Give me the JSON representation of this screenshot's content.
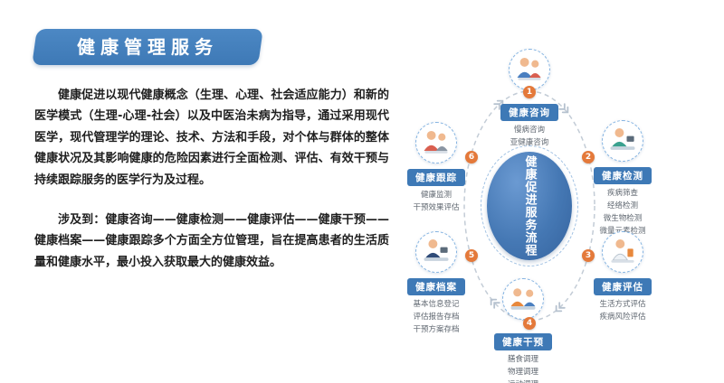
{
  "header": {
    "title": "健康管理服务"
  },
  "content": {
    "paragraph1": "健康促进以现代健康概念（生理、心理、社会适应能力）和新的医学模式（生理-心理-社会）以及中医治未病为指导，通过采用现代医学，现代管理学的理论、技术、方法和手段，对个体与群体的整体健康状况及其影响健康的危险因素进行全面检测、评估、有效干预与持续跟踪服务的医学行为及过程。",
    "paragraph2": "涉及到：健康咨询——健康检测——健康评估——健康干预——健康档案——健康跟踪多个方面全方位管理，旨在提高患者的生活质量和健康水平，最小投入获取最大的健康效益。"
  },
  "diagram": {
    "center_label": "健康促进服务流程",
    "nodes": [
      {
        "num": "1",
        "label": "健康咨询",
        "desc": "慢病咨询\n亚健康咨询"
      },
      {
        "num": "2",
        "label": "健康检测",
        "desc": "疾病筛查\n经络检测\n微生物检测\n微量元素检测"
      },
      {
        "num": "3",
        "label": "健康评估",
        "desc": "生活方式评估\n疾病风险评估"
      },
      {
        "num": "4",
        "label": "健康干预",
        "desc": "膳食调理\n物理调理\n运动调理"
      },
      {
        "num": "5",
        "label": "健康档案",
        "desc": "基本信息登记\n评估报告存档\n干预方案存档"
      },
      {
        "num": "6",
        "label": "健康跟踪",
        "desc": "健康监测\n干预效果评估"
      }
    ]
  },
  "colors": {
    "primary_blue": "#3e79b6",
    "badge_orange": "#e4793a",
    "dashed_ring_gray": "#c3ccd6"
  }
}
